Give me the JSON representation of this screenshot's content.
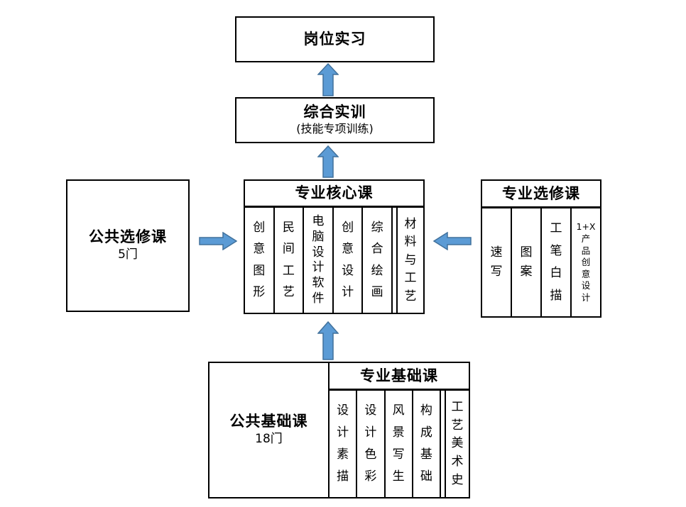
{
  "diagram": {
    "top_box": {
      "title": "岗位实习"
    },
    "training_box": {
      "title": "综合实训",
      "subtitle": "(技能专项训练)"
    },
    "core_box": {
      "title": "专业核心课",
      "columns": [
        "创意图形",
        "民间工艺",
        "电脑设计软件",
        "创意设计",
        "综合绘画",
        "材料与工艺"
      ]
    },
    "left_box": {
      "title": "公共选修课",
      "subtitle": "5门"
    },
    "right_box": {
      "title": "专业选修课",
      "columns": [
        "速写",
        "图案",
        "工笔白描"
      ],
      "special_column": {
        "top": "1+X",
        "text": "产品创意设计"
      }
    },
    "bottom_box": {
      "left": {
        "title": "公共基础课",
        "subtitle": "18门"
      },
      "right": {
        "title": "专业基础课",
        "columns": [
          "设计素描",
          "设计色彩",
          "风景写生",
          "构成基础",
          "工艺美术史"
        ]
      }
    },
    "colors": {
      "arrow_fill": "#5B9BD5",
      "arrow_stroke": "#41719C",
      "border": "#000000",
      "background": "#FFFFFF"
    }
  }
}
